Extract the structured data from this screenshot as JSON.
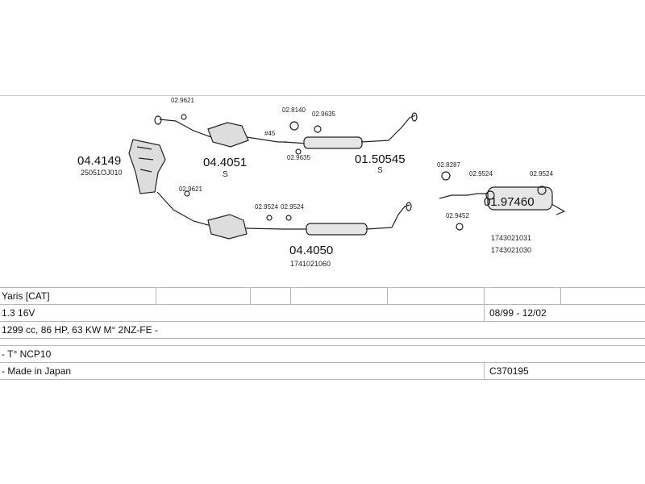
{
  "parts": {
    "p044149": {
      "number": "04.4149",
      "oem": "25051OJ010"
    },
    "p044051": {
      "number": "04.4051",
      "suffix": "S"
    },
    "p0150545": {
      "number": "01.50545",
      "suffix": "S"
    },
    "p044050": {
      "number": "04.4050",
      "oem": "1741021060"
    },
    "p0197460": {
      "number": "01.97460",
      "oem1": "1743021031",
      "oem2": "1743021030"
    }
  },
  "hardware": {
    "h1": "02.9621",
    "h2": "02.9621",
    "h3": "02.8140",
    "h4": "02.9635",
    "h5": "02.9635",
    "h6": "#45",
    "h7": "02.9524",
    "h8": "02.9524",
    "h9": "02.8287",
    "h10": "02.9524",
    "h11": "02.9524",
    "h12": "02.9452"
  },
  "spec": {
    "model": "Yaris  [CAT]",
    "engine": "1.3 16V",
    "years": "08/99 - 12/02",
    "details": "1299 cc, 86 HP, 63 KW M° 2NZ-FE -",
    "type": "- T° NCP10",
    "origin": "- Made in Japan",
    "ref": "C370195"
  }
}
